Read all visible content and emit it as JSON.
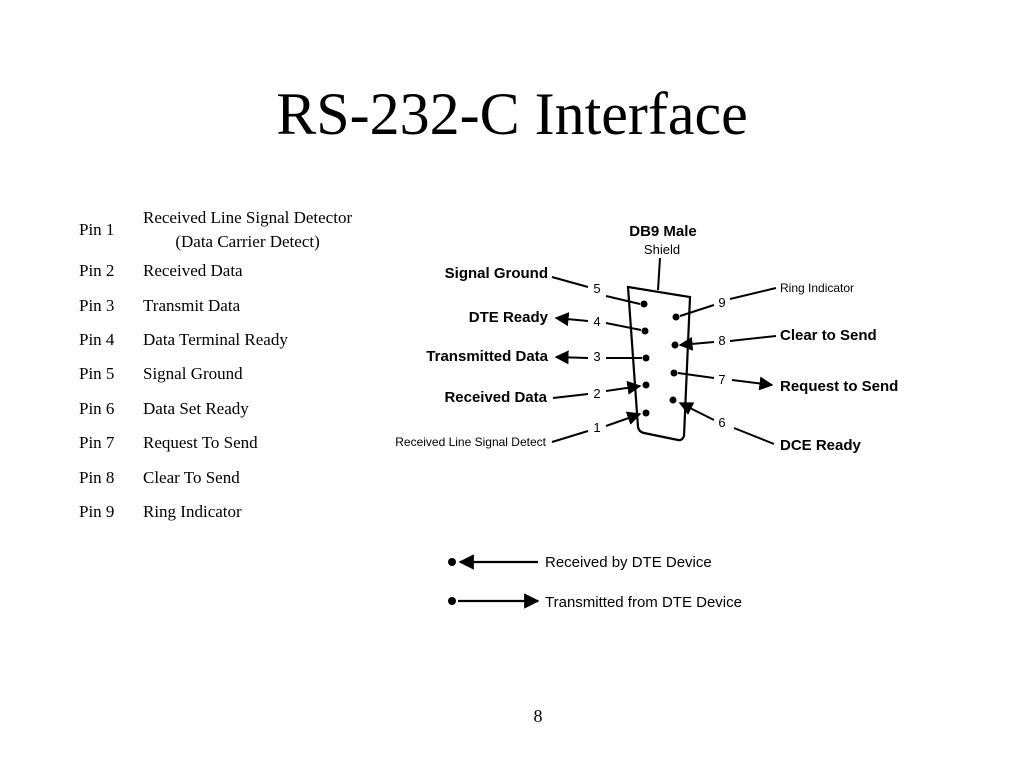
{
  "slide": {
    "title": "RS-232-C Interface",
    "page_number": "8"
  },
  "pin_table": {
    "rows": [
      {
        "pin": "Pin 1",
        "signal": "Received Line Signal Detector",
        "signal_sub": "(Data Carrier Detect)"
      },
      {
        "pin": "Pin 2",
        "signal": "Received Data"
      },
      {
        "pin": "Pin 3",
        "signal": "Transmit Data"
      },
      {
        "pin": "Pin 4",
        "signal": "Data Terminal Ready"
      },
      {
        "pin": "Pin 5",
        "signal": "Signal Ground"
      },
      {
        "pin": "Pin 6",
        "signal": "Data Set Ready"
      },
      {
        "pin": "Pin 7",
        "signal": "Request To Send"
      },
      {
        "pin": "Pin 8",
        "signal": "Clear To Send"
      },
      {
        "pin": "Pin 9",
        "signal": "Ring Indicator"
      }
    ]
  },
  "connector": {
    "title": "DB9 Male",
    "shield_label": "Shield",
    "left_labels": {
      "pin5": "Signal Ground",
      "pin4": "DTE Ready",
      "pin3": "Transmitted Data",
      "pin2": "Received Data",
      "pin1": "Received Line Signal Detect"
    },
    "right_labels": {
      "pin9": "Ring Indicator",
      "pin8": "Clear to Send",
      "pin7": "Request to Send",
      "pin6": "DCE Ready"
    },
    "pin_numbers": {
      "p1": "1",
      "p2": "2",
      "p3": "3",
      "p4": "4",
      "p5": "5",
      "p6": "6",
      "p7": "7",
      "p8": "8",
      "p9": "9"
    }
  },
  "legend": {
    "received": "Received by DTE Device",
    "transmitted": "Transmitted from DTE Device"
  }
}
